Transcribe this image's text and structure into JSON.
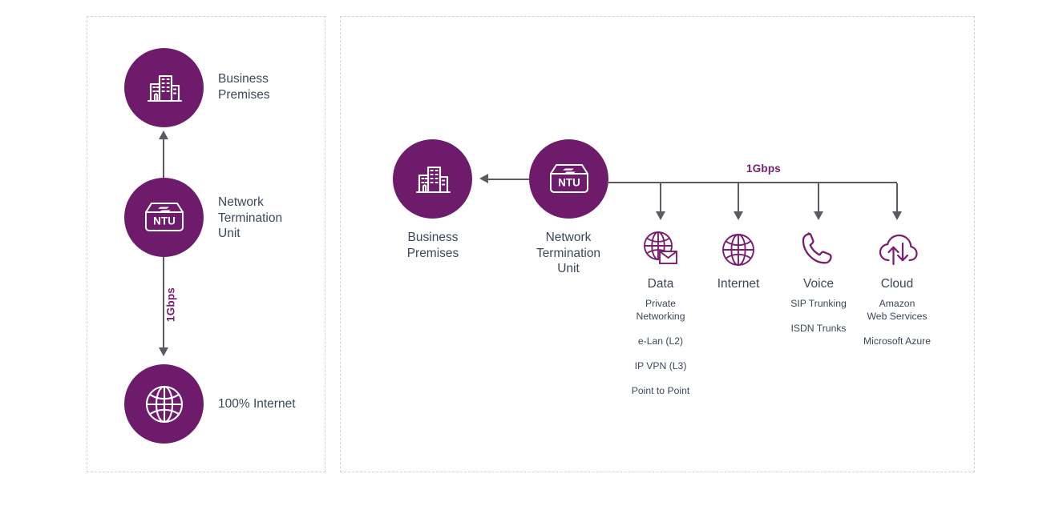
{
  "theme": {
    "brand_purple": "#6F1B6C",
    "accent_purple": "#7A1C72",
    "text_slate": "#3C4858",
    "line_gray": "#5B5B63",
    "panel_dash": "#d3d3d6",
    "background": "#ffffff"
  },
  "left_panel": {
    "nodes": [
      {
        "id": "business-premises",
        "icon": "office-building-icon",
        "label": "Business\nPremises"
      },
      {
        "id": "ntu",
        "icon": "ntu-box-icon",
        "icon_text": "NTU",
        "label": "Network\nTermination\nUnit"
      },
      {
        "id": "internet",
        "icon": "globe-icon",
        "label": "100% Internet"
      }
    ],
    "links": [
      {
        "id": "ntu-to-premises",
        "direction": "up",
        "speed": ""
      },
      {
        "id": "ntu-to-internet",
        "direction": "down",
        "speed": "1Gbps"
      }
    ]
  },
  "right_panel": {
    "nodes": [
      {
        "id": "business-premises",
        "icon": "office-building-icon",
        "label": "Business\nPremises"
      },
      {
        "id": "ntu",
        "icon": "ntu-box-icon",
        "icon_text": "NTU",
        "label": "Network\nTermination\nUnit"
      }
    ],
    "bus": {
      "speed": "1Gbps"
    },
    "services": [
      {
        "id": "data",
        "icon": "globe-envelope-icon",
        "title": "Data",
        "details": "Private\nNetworking\n\ne-Lan (L2)\n\nIP VPN (L3)\n\nPoint to Point"
      },
      {
        "id": "internet",
        "icon": "globe-icon",
        "title": "Internet",
        "details": ""
      },
      {
        "id": "voice",
        "icon": "phone-handset-icon",
        "title": "Voice",
        "details": "SIP Trunking\n\nISDN Trunks"
      },
      {
        "id": "cloud",
        "icon": "cloud-sync-icon",
        "title": "Cloud",
        "details": "Amazon\nWeb Services\n\nMicrosoft Azure"
      }
    ]
  }
}
